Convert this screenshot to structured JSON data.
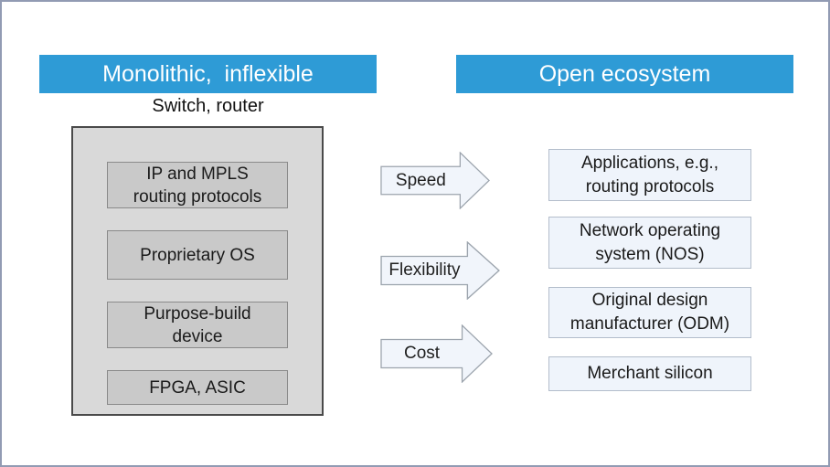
{
  "diagram": {
    "left": {
      "header": "Monolithic,  inflexible",
      "device_label": "Switch, router",
      "stack": [
        "IP and MPLS\nrouting protocols",
        "Proprietary OS",
        "Purpose-build\ndevice",
        "FPGA, ASIC"
      ]
    },
    "arrows": [
      "Speed",
      "Flexibility",
      "Cost"
    ],
    "right": {
      "header": "Open ecosystem",
      "stack": [
        "Applications, e.g.,\nrouting protocols",
        "Network operating\nsystem (NOS)",
        "Original design\nmanufacturer (ODM)",
        "Merchant silicon"
      ]
    },
    "colors": {
      "header_bg": "#2e9bd6",
      "header_text": "#ffffff",
      "container_fill": "#d9d9d9",
      "container_border": "#4a4a4a",
      "inner_box_fill": "#c9c9c9",
      "inner_box_border": "#8a8a8a",
      "light_box_fill": "#eff4fb",
      "light_box_border": "#b3bdcb",
      "arrow_fill": "#f1f5fb",
      "arrow_border": "#9ca4ad",
      "slide_border": "#929bb3",
      "body_text": "#1a1a1a"
    }
  }
}
